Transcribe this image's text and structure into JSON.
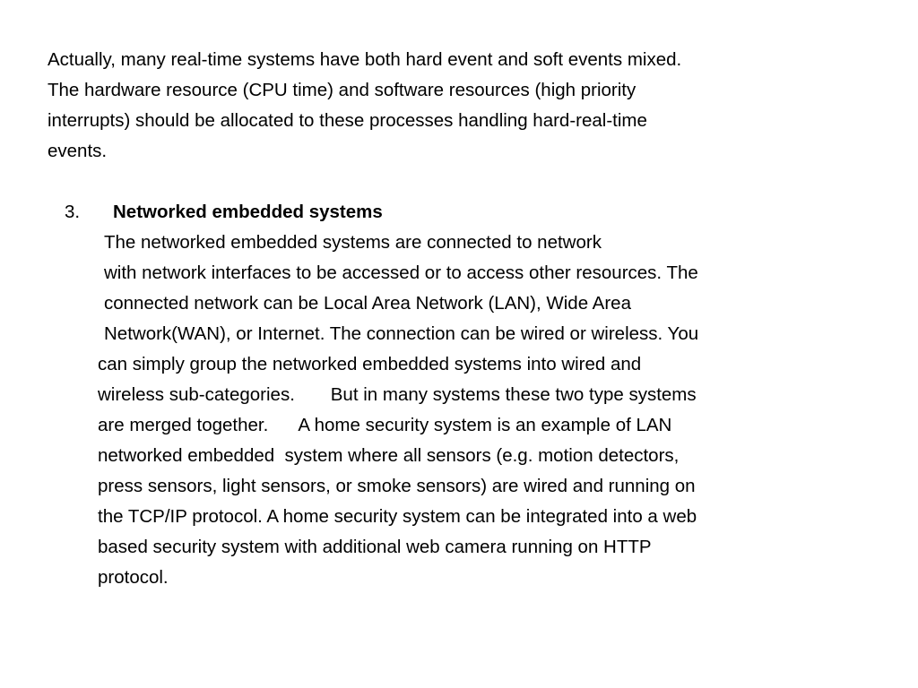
{
  "intro": {
    "lines": [
      "Actually, many real-time systems have both hard event and soft events mixed.",
      "The hardware resource (CPU time) and software resources (high priority",
      "interrupts) should be allocated to these processes handling hard-real-time",
      "events."
    ]
  },
  "section": {
    "number": "3.",
    "title": "Networked embedded systems",
    "lines": [
      "The networked embedded systems are connected to network",
      "with network interfaces to be accessed or to access other resources. The",
      "connected network can be Local Area Network (LAN), Wide Area",
      "Network(WAN), or Internet. The connection can be wired or wireless. You",
      "can simply group the networked embedded systems into wired and",
      "wireless sub-categories.       But in many systems these two type systems",
      "are merged together.      A home security system is an example of LAN",
      "networked embedded  system where all sensors (e.g. motion detectors,",
      "press sensors, light sensors, or smoke sensors) are wired and running on",
      "the TCP/IP protocol. A home security system can be integrated into a web",
      "based security system with additional web camera running on HTTP",
      "protocol."
    ]
  }
}
